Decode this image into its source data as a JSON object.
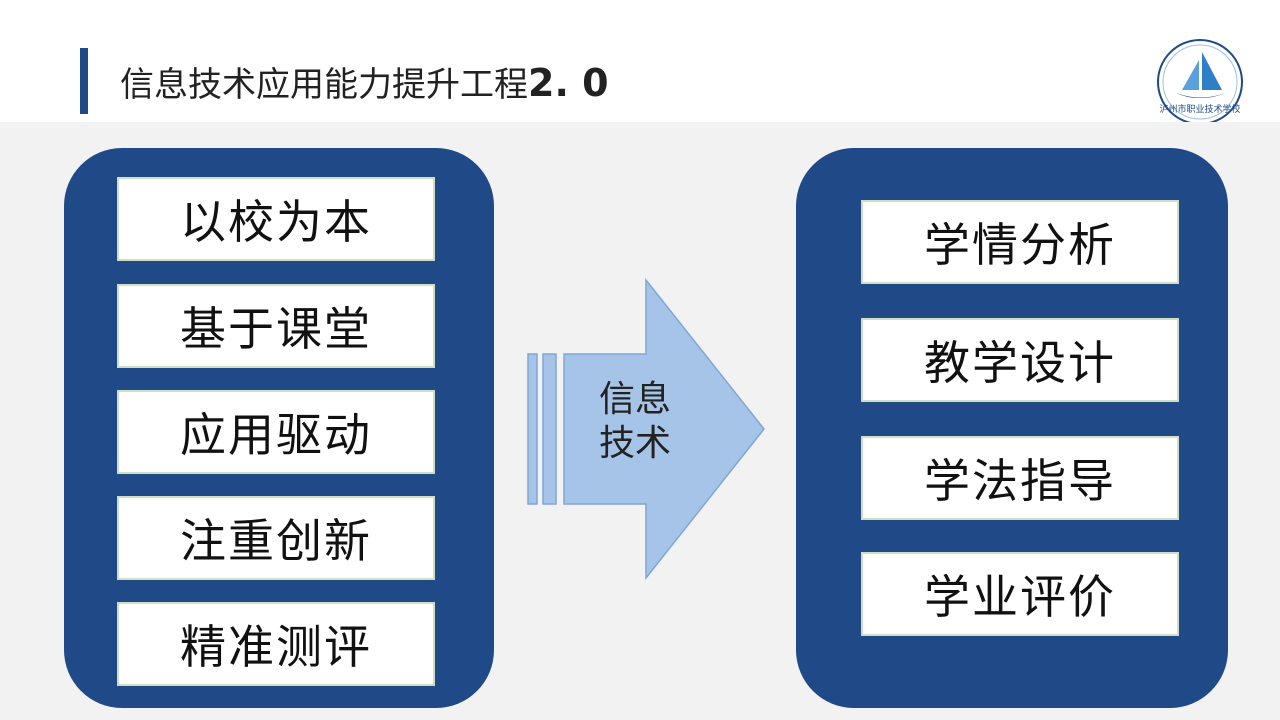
{
  "slide": {
    "title_main": "信息技术应用能力提升工程",
    "title_version": "2. 0",
    "logo": {
      "icon": "sailboat-logo-icon",
      "text": "泸州市职业技术学校"
    }
  },
  "left_panel": {
    "items": [
      {
        "label": "以校为本"
      },
      {
        "label": "基于课堂"
      },
      {
        "label": "应用驱动"
      },
      {
        "label": "注重创新"
      },
      {
        "label": "精准测评"
      }
    ]
  },
  "arrow": {
    "line1": "信息",
    "line2": "技术"
  },
  "right_panel": {
    "items": [
      {
        "label": "学情分析"
      },
      {
        "label": "教学设计"
      },
      {
        "label": "学法指导"
      },
      {
        "label": "学业评价"
      }
    ]
  },
  "colors": {
    "panel": "#1f4a87",
    "arrow_fill": "#a6c4e8",
    "arrow_stroke": "#7fa6d6",
    "background": "#f2f2f2"
  }
}
